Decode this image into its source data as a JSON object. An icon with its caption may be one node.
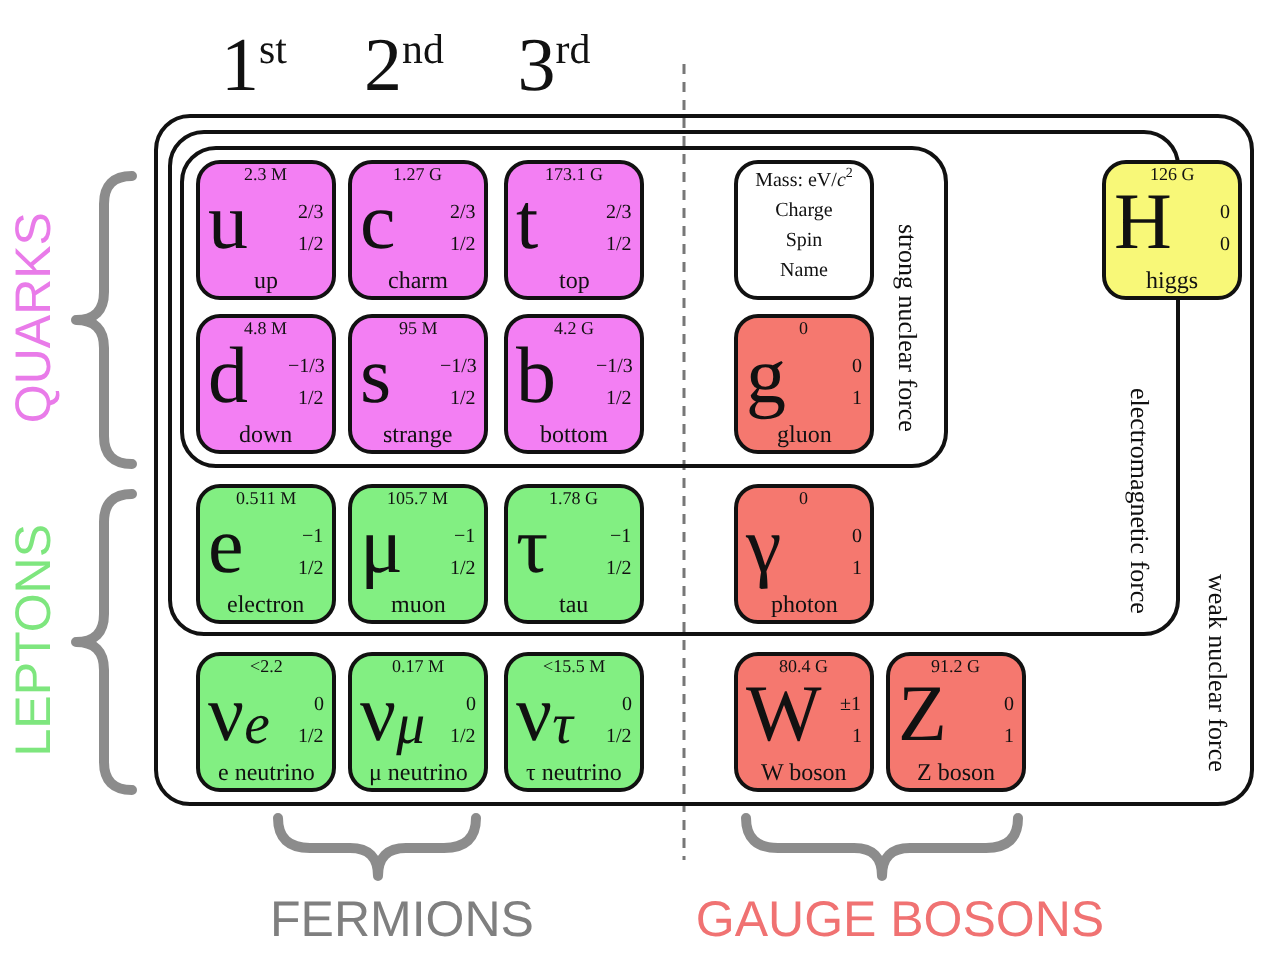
{
  "diagram": {
    "nodes": [
      {
        "text": [
          "weak nuclear force"
        ]
      },
      {
        "text": [
          "electromagnetic force"
        ],
        "in": 0
      },
      {
        "text": [
          "strong nuclear force"
        ],
        "in": 1
      },
      {
        "text": [
          "2.3 M",
          "u",
          "2/3",
          "1/2",
          "up"
        ],
        "in": 2
      },
      {
        "text": [
          "1.27 G",
          "c",
          "2/3",
          "1/2",
          "charm"
        ],
        "in": 2
      },
      {
        "text": [
          "173.1 G",
          "t",
          "2/3",
          "1/2",
          "top"
        ],
        "in": 2
      },
      {
        "text": [
          "Mass: eV/*c*$^{2}$",
          "Charge",
          "Spin",
          "Name"
        ],
        "in": 2
      },
      {
        "text": [
          "126 G",
          "H",
          "0",
          "0",
          "higgs"
        ],
        "in": 0
      },
      {
        "text": [
          "4.8 M",
          "d",
          "−1/3",
          "1/2",
          "down"
        ],
        "in": 2
      },
      {
        "text": [
          "95 M",
          "s",
          "−1/3",
          "1/2",
          "strange"
        ],
        "in": 2
      },
      {
        "text": [
          "4.2 G",
          "b",
          "−1/3",
          "1/2",
          "bottom"
        ],
        "in": 2
      },
      {
        "text": [
          "0",
          "g",
          "0",
          "1",
          "gluon"
        ],
        "in": 2
      },
      {
        "text": [
          "0.511 M",
          "e",
          "−1",
          "1/2",
          "electron"
        ],
        "in": 1
      },
      {
        "text": [
          "105.7 M",
          "μ",
          "−1",
          "1/2",
          "muon"
        ],
        "in": 1
      },
      {
        "text": [
          "1.78 G",
          "τ",
          "−1",
          "1/2",
          "tau"
        ],
        "in": 1
      },
      {
        "text": [
          "0",
          "γ",
          "0",
          "1",
          "photon"
        ],
        "in": 1
      },
      {
        "text": [
          "<2.2",
          "ν$_{e}$",
          "0",
          "1/2",
          "e neutrino"
        ],
        "in": 0
      },
      {
        "text": [
          "0.17 M",
          "ν$_{μ}$",
          "0",
          "1/2",
          "μ neutrino"
        ],
        "in": 0
      },
      {
        "text": [
          "<15.5 M",
          "ν$_{τ}$",
          "0",
          "1/2",
          "τ neutrino"
        ],
        "in": 0
      },
      {
        "text": [
          "80.4 G",
          "W",
          "±1",
          "1",
          "W boson"
        ],
        "in": 0
      },
      {
        "text": [
          "91.2 G",
          "Z",
          "0",
          "1",
          "Z boson"
        ],
        "in": 0
      }
    ],
    "labels": [
      "1$^{st}$",
      "2$^{nd}$",
      "3$^{rd}$",
      "QUARKS",
      "LEPTONS",
      "FERMIONS",
      "GAUGE BOSONS"
    ]
  }
}
